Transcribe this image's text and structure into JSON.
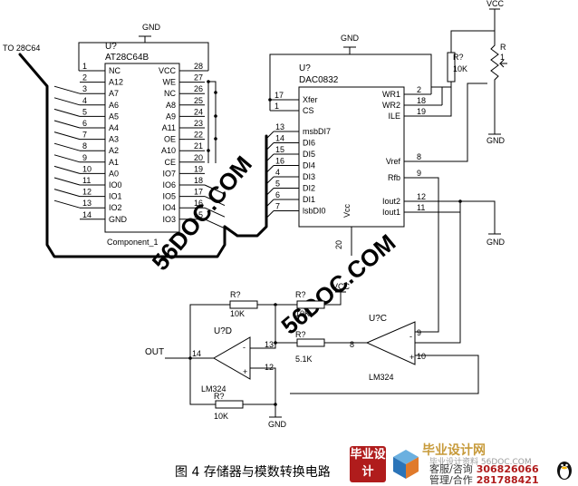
{
  "caption": "图 4  存储器与模数转换电路",
  "bus_label": "TO 28C64",
  "power": {
    "gnd": "GND",
    "vcc": "VCC"
  },
  "eeprom": {
    "ref": "U?",
    "part": "AT28C64B",
    "name": "Component_1",
    "left_pins": [
      {
        "num": "1",
        "name": "NC"
      },
      {
        "num": "2",
        "name": "A12"
      },
      {
        "num": "3",
        "name": "A7"
      },
      {
        "num": "4",
        "name": "A6"
      },
      {
        "num": "5",
        "name": "A5"
      },
      {
        "num": "6",
        "name": "A4"
      },
      {
        "num": "7",
        "name": "A3"
      },
      {
        "num": "8",
        "name": "A2"
      },
      {
        "num": "9",
        "name": "A1"
      },
      {
        "num": "10",
        "name": "A0"
      },
      {
        "num": "11",
        "name": "IO0"
      },
      {
        "num": "12",
        "name": "IO1"
      },
      {
        "num": "13",
        "name": "IO2"
      },
      {
        "num": "14",
        "name": "GND"
      }
    ],
    "right_pins": [
      {
        "num": "28",
        "name": "VCC"
      },
      {
        "num": "27",
        "name": "WE"
      },
      {
        "num": "26",
        "name": "NC"
      },
      {
        "num": "25",
        "name": "A8"
      },
      {
        "num": "24",
        "name": "A9"
      },
      {
        "num": "23",
        "name": "A11"
      },
      {
        "num": "22",
        "name": "OE"
      },
      {
        "num": "21",
        "name": "A10"
      },
      {
        "num": "20",
        "name": "CE"
      },
      {
        "num": "19",
        "name": "IO7"
      },
      {
        "num": "18",
        "name": "IO6"
      },
      {
        "num": "17",
        "name": "IO5"
      },
      {
        "num": "16",
        "name": "IO4"
      },
      {
        "num": "15",
        "name": "IO3"
      }
    ]
  },
  "dac": {
    "ref": "U?",
    "part": "DAC0832",
    "vcc_label": "Vcc",
    "vcc_pin": "20",
    "left_pins": [
      {
        "num": "17",
        "name": "Xfer"
      },
      {
        "num": "1",
        "name": "CS"
      },
      {
        "num": "13",
        "name": "msbDI7"
      },
      {
        "num": "14",
        "name": "DI6"
      },
      {
        "num": "15",
        "name": "DI5"
      },
      {
        "num": "16",
        "name": "DI4"
      },
      {
        "num": "4",
        "name": "DI3"
      },
      {
        "num": "5",
        "name": "DI2"
      },
      {
        "num": "6",
        "name": "DI1"
      },
      {
        "num": "7",
        "name": "lsbDI0"
      }
    ],
    "right_pins": [
      {
        "num": "2",
        "name": "WR1"
      },
      {
        "num": "18",
        "name": "WR2"
      },
      {
        "num": "19",
        "name": "ILE"
      },
      {
        "num": "8",
        "name": "Vref"
      },
      {
        "num": "9",
        "name": "Rfb"
      },
      {
        "num": "12",
        "name": "Iout2"
      },
      {
        "num": "11",
        "name": "Iout1"
      }
    ]
  },
  "pot": {
    "ref": "R?",
    "value": "10K",
    "pin": "1",
    "name": "R"
  },
  "opamp_c": {
    "ref": "U?C",
    "part": "LM324",
    "pin_out": "8",
    "pin_inv": "9",
    "pin_noninv": "10"
  },
  "opamp_d": {
    "ref": "U?D",
    "part": "LM324",
    "pin_out": "14",
    "pin_inv": "13",
    "pin_noninv": "12"
  },
  "resistors": [
    {
      "id": "r-top-left",
      "ref": "R?",
      "value": "10K"
    },
    {
      "id": "r-top-right",
      "ref": "R?",
      "value": "10K"
    },
    {
      "id": "r-mid",
      "ref": "R?",
      "value": "5.1K"
    },
    {
      "id": "r-bottom",
      "ref": "R?",
      "value": "10K"
    }
  ],
  "output_label": "OUT",
  "watermark": "56DOC.COM",
  "footer": {
    "logo": "毕业设计",
    "site_title": "毕业设计网",
    "site_sub": "毕业设计资料 56DOC.COM",
    "contacts": [
      {
        "key": "客服/咨询",
        "value": "306826066"
      },
      {
        "key": "管理/合作",
        "value": "281788421"
      }
    ]
  }
}
